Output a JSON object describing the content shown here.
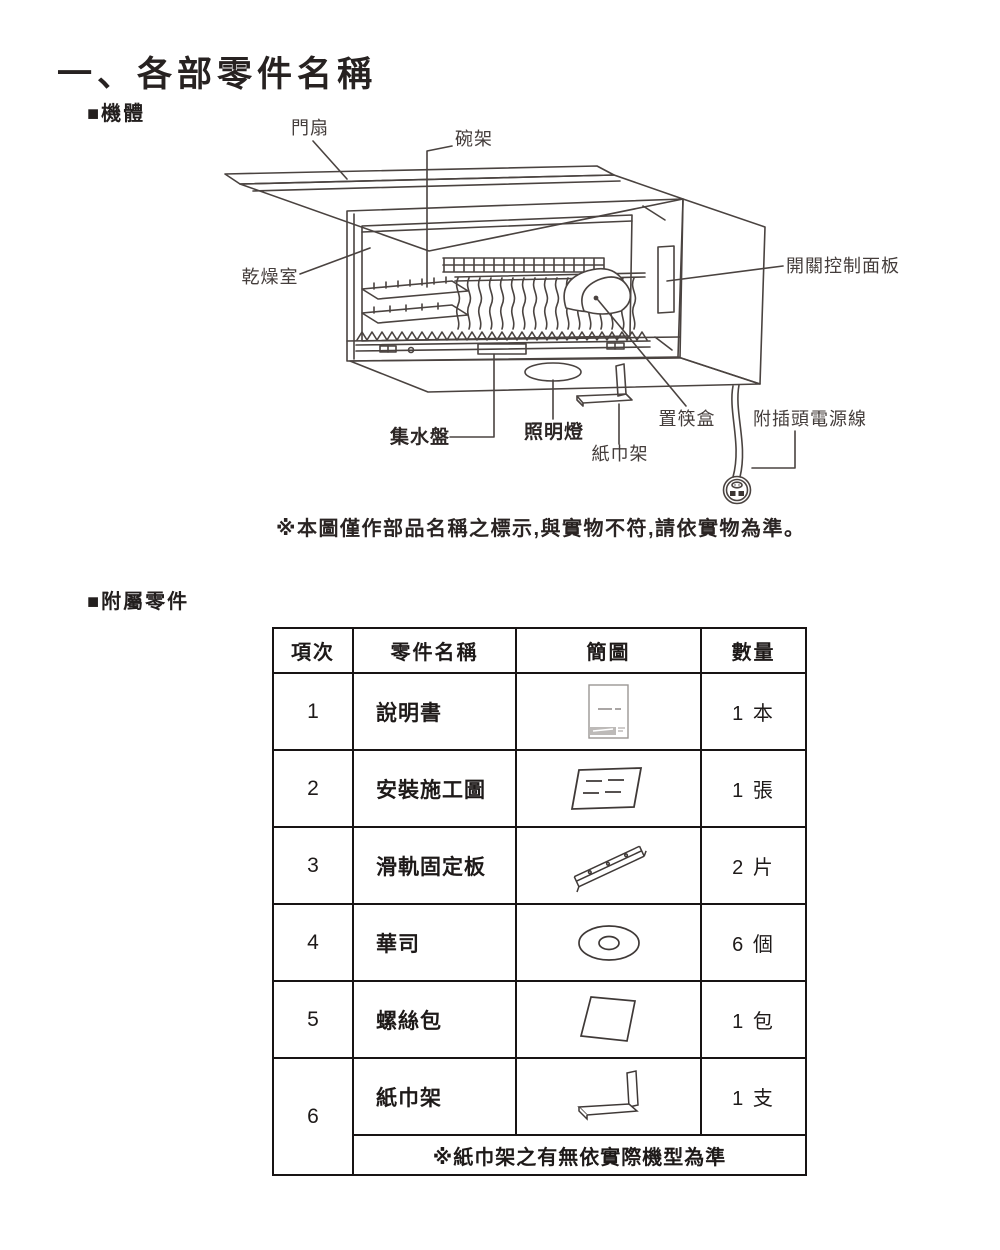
{
  "page": {
    "title": "一、各部零件名稱",
    "machine_section_label": "■機體",
    "accessories_section_label": "■附屬零件",
    "diagram_note": "※本圖僅作部品名稱之標示,與實物不符,請依實物為準。"
  },
  "diagram_labels": {
    "door": "門扇",
    "bowl_rack": "碗架",
    "drying_chamber": "乾燥室",
    "switch_control_panel": "開關控制面板",
    "water_collection_tray": "集水盤",
    "lighting_lamp": "照明燈",
    "paper_towel_rack": "紙巾架",
    "chopstick_box": "置筷盒",
    "power_cord_with_plug": "附插頭電源線"
  },
  "accessories_table": {
    "headers": {
      "item_no": "項次",
      "part_name": "零件名稱",
      "sketch": "簡圖",
      "quantity": "數量"
    },
    "rows": [
      {
        "no": "1",
        "name": "說明書",
        "icon": "manual-booklet",
        "qty": "1 本"
      },
      {
        "no": "2",
        "name": "安裝施工圖",
        "icon": "installation-drawing",
        "qty": "1 張"
      },
      {
        "no": "3",
        "name": "滑軌固定板",
        "icon": "slide-rail-fixing-plate",
        "qty": "2 片"
      },
      {
        "no": "4",
        "name": "華司",
        "icon": "washer",
        "qty": "6 個"
      },
      {
        "no": "5",
        "name": "螺絲包",
        "icon": "screw-pack",
        "qty": "1 包"
      },
      {
        "no": "6",
        "name": "紙巾架",
        "icon": "paper-towel-rack",
        "qty": "1 支"
      }
    ],
    "footnote": "※紙巾架之有無依實際機型為準"
  }
}
